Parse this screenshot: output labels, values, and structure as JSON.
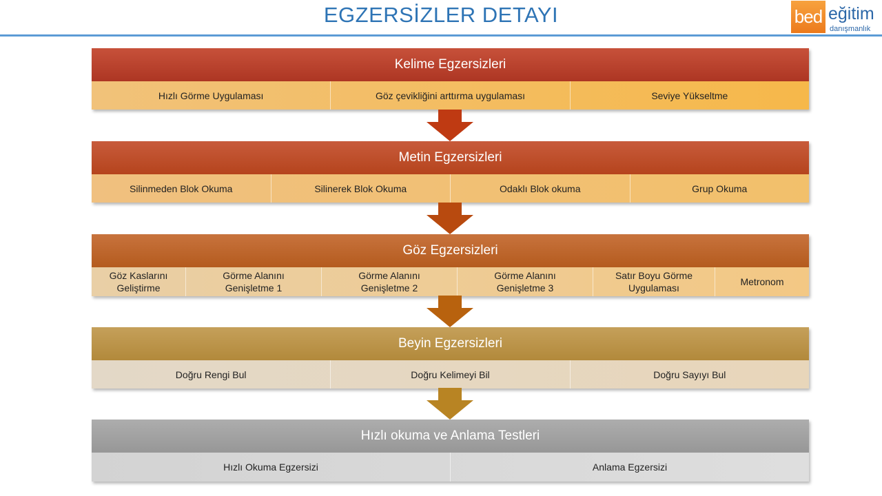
{
  "page": {
    "title": "EGZERSİZLER DETAYI"
  },
  "logo": {
    "mark": "bed",
    "word": "eğitim",
    "sub": "danışmanlık"
  },
  "colors": {
    "title": "#2e74b5",
    "rule": "#5b9bd5",
    "arrows": [
      "#bf3a12",
      "#b84a0f",
      "#b8620e",
      "#b88423"
    ]
  },
  "blocks": [
    {
      "title": "Kelime Egzersizleri",
      "items": [
        "Hızlı Görme Uygulaması",
        "Göz çevikliğini arttırma uygulaması",
        "Seviye Yükseltme"
      ]
    },
    {
      "title": "Metin Egzersizleri",
      "items": [
        "Silinmeden Blok Okuma",
        "Silinerek Blok Okuma",
        "Odaklı Blok okuma",
        "Grup Okuma"
      ]
    },
    {
      "title": "Göz Egzersizleri",
      "items": [
        "Göz Kaslarını Geliştirme",
        "Görme Alanını Genişletme 1",
        "Görme Alanını Genişletme 2",
        "Görme Alanını Genişletme 3",
        "Satır Boyu Görme Uygulaması",
        "Metronom"
      ]
    },
    {
      "title": "Beyin Egzersizleri",
      "items": [
        "Doğru Rengi Bul",
        "Doğru Kelimeyi Bil",
        "Doğru Sayıyı Bul"
      ]
    },
    {
      "title": "Hızlı okuma ve Anlama Testleri",
      "items": [
        "Hızlı Okuma Egzersizi",
        "Anlama Egzersizi"
      ]
    }
  ]
}
